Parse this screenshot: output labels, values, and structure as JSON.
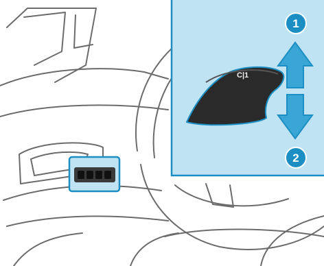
{
  "figure": {
    "colors": {
      "line": "#6b6b6b",
      "inset_fill": "#bfe3f2",
      "accent": "#1b8fc3",
      "button_fill": "#2a2a2a",
      "arrow_fill": "#3aa6d6"
    }
  },
  "switch": {
    "key_label": "C|1"
  },
  "callouts": [
    {
      "number": "1",
      "meaning": "arrow-up"
    },
    {
      "number": "2",
      "meaning": "arrow-down"
    }
  ]
}
